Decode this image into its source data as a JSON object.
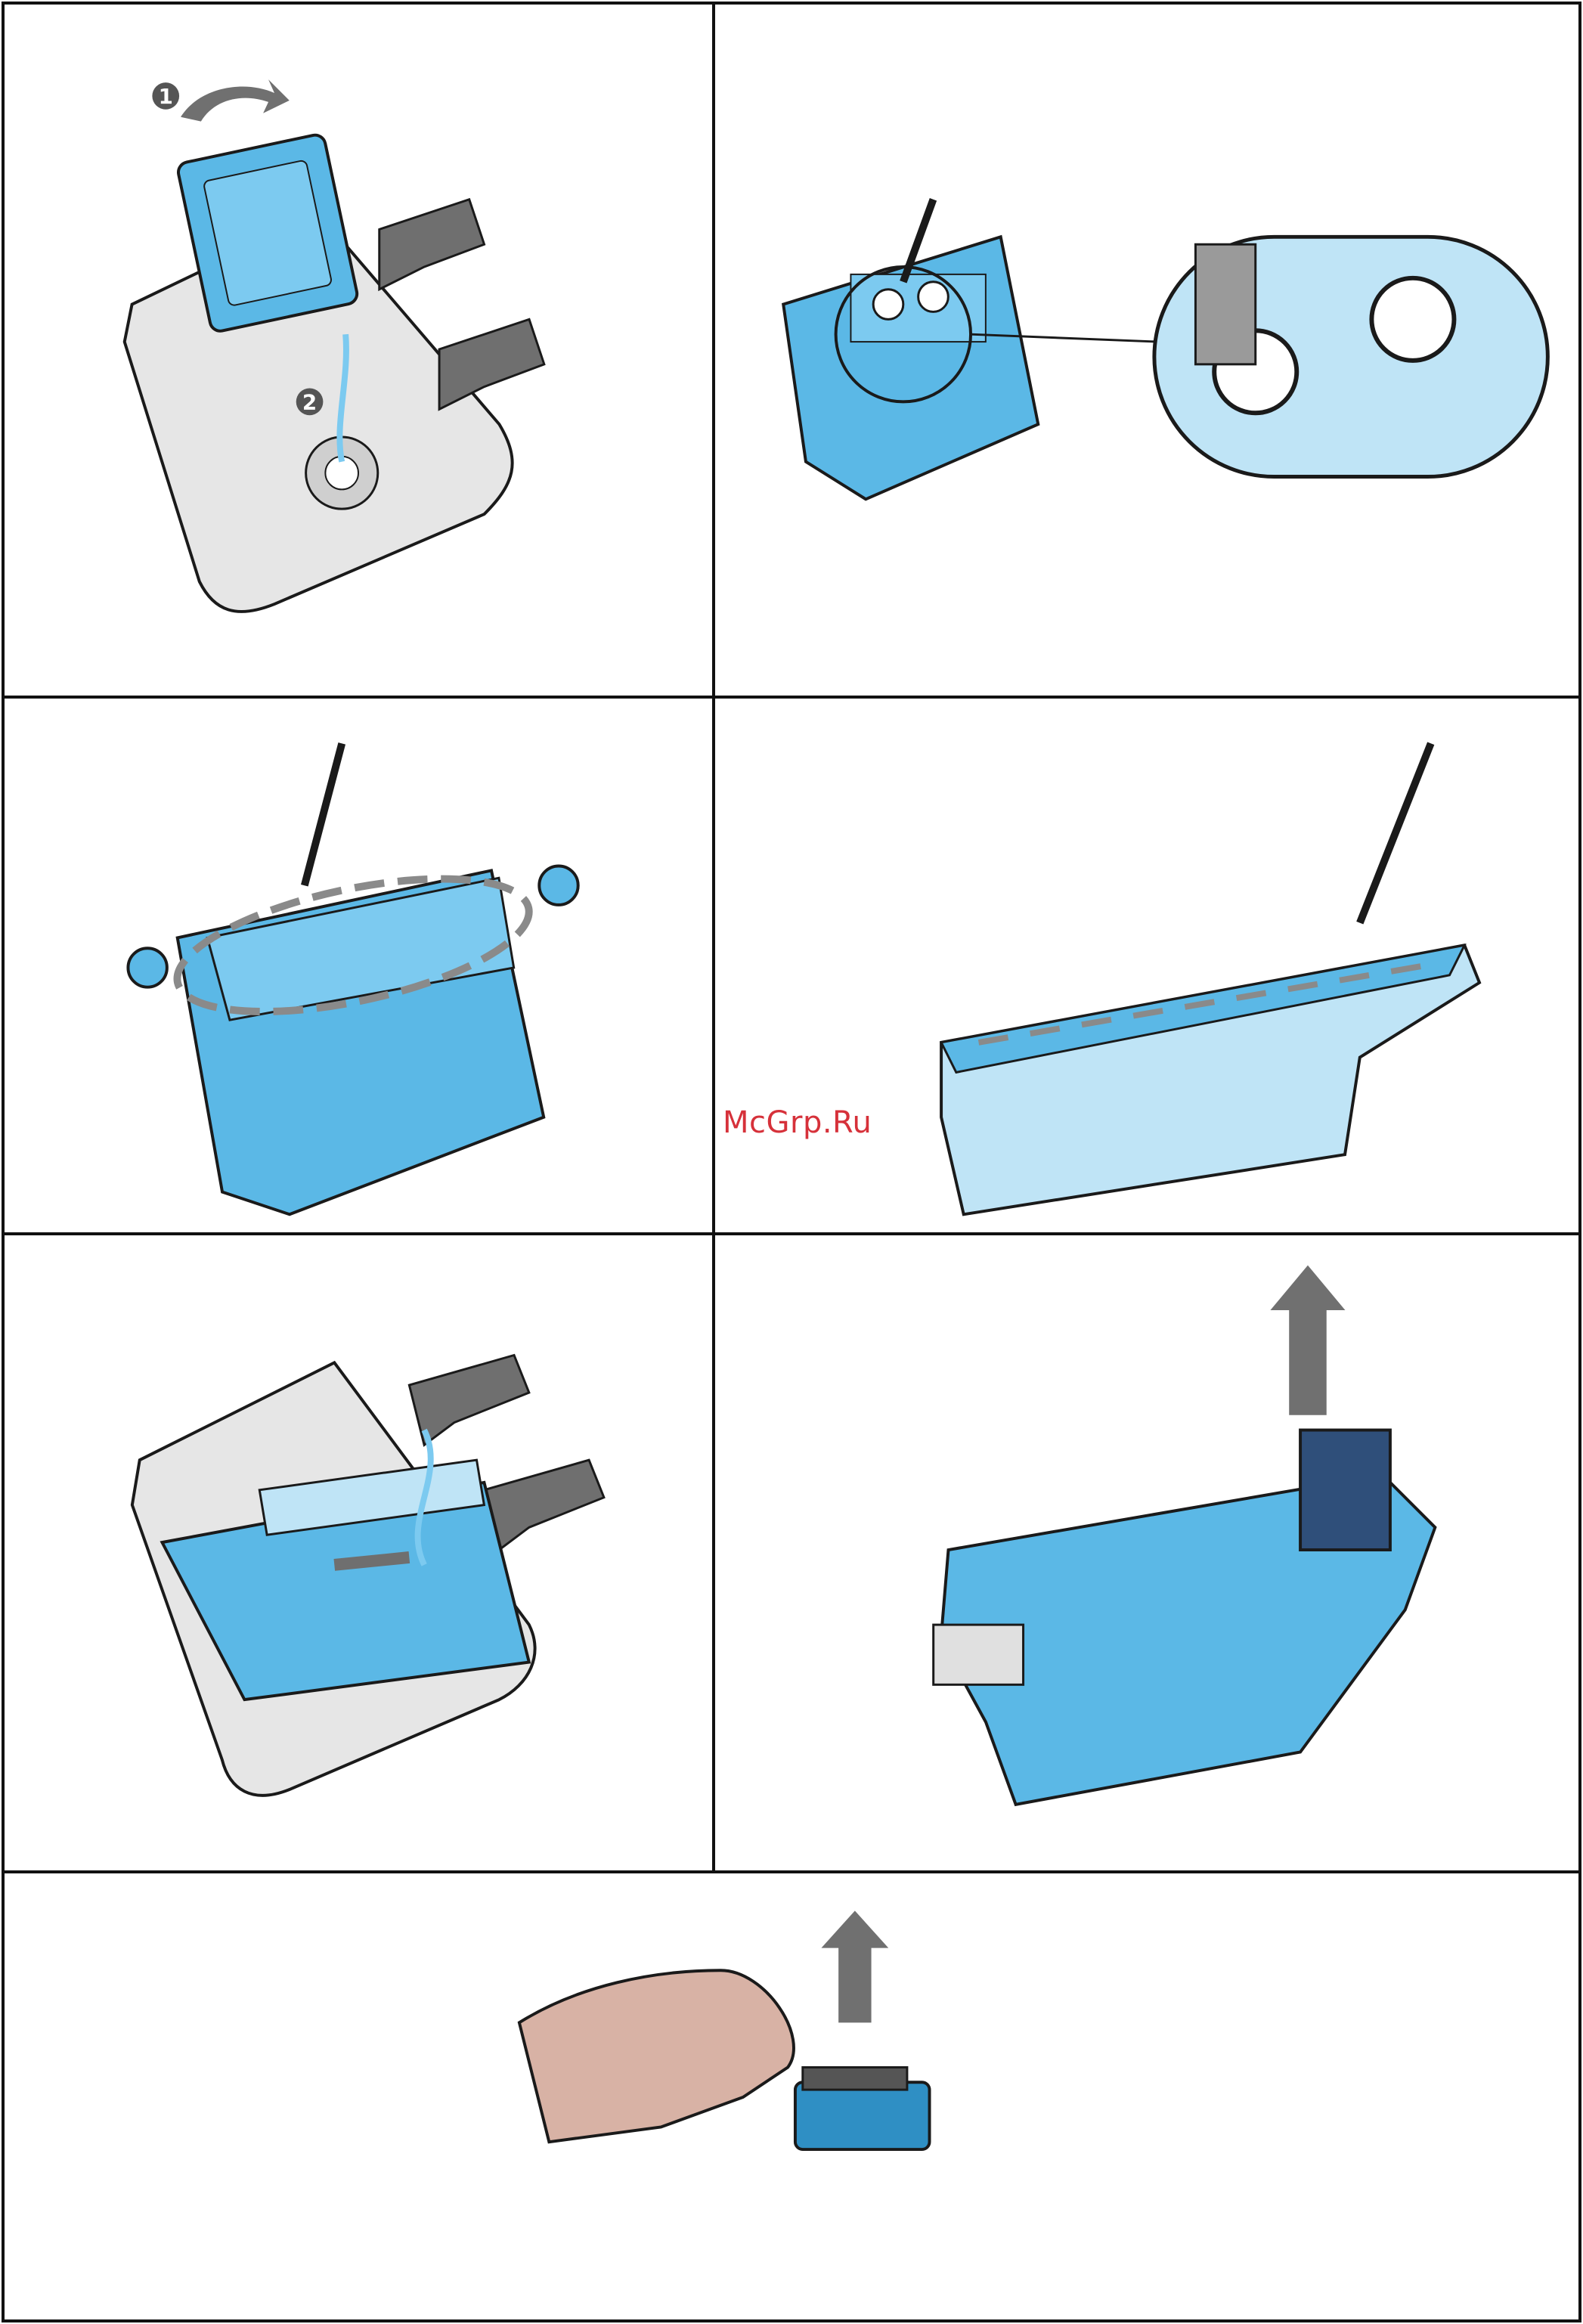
{
  "document": {
    "watermark": "McGrp.Ru",
    "steps": [
      {
        "badge_1": "1",
        "badge_2": "2"
      },
      {},
      {},
      {},
      {},
      {},
      {}
    ]
  },
  "colors": {
    "part_blue": "#5bb8e6",
    "part_blue_dark": "#2f8fc4",
    "outline": "#1a1a1a",
    "arrow_gray": "#707070",
    "sink_gray": "#d9d9d9",
    "hand": "#d8b2a5"
  }
}
